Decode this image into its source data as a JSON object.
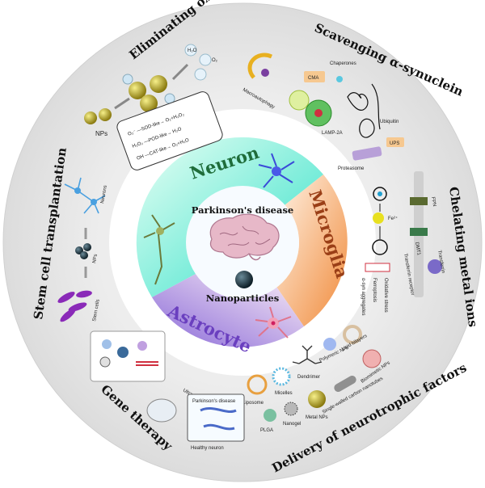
{
  "center": {
    "title": "Parkinson's disease",
    "subtitle": "Nanoparticles"
  },
  "cells": {
    "neuron": "Neuron",
    "microglia": "Microglia",
    "astrocyte": "Astrocyte"
  },
  "themes": {
    "oxidative": "Eliminating oxidative stress",
    "synuclein": "Scavenging α-synuclein",
    "metal": "Chelating metal ions",
    "neurotrophic": "Delivery of neurotrophic factors",
    "gene": "Gene therapy",
    "stem": "Stem cell transplantation"
  },
  "oxidative_panel": {
    "nps": "NPs",
    "h2o_label": "H₂O",
    "o2_label": "O₂",
    "sod_line": "O₂⁻ —SOD-like→ O₂+H₂O₂",
    "pod_line": "H₂O₂ —POD-like→ H₂O",
    "cat_line": "OH —CAT-like→ O₂+H₂O",
    "o2m": "O₂⁻",
    "h2o2": "H₂O₂",
    "oh": "OH"
  },
  "synuclein_panel": {
    "chaperones": "Chaperones",
    "cma": "CMA",
    "macro": "Macroautophagy",
    "lamp": "LAMP-2A",
    "ubiquitin": "Ubiquitin",
    "ups": "UPS",
    "proteasome": "Proteasome"
  },
  "metal_panel": {
    "fpn": "FPN",
    "dmt1": "DMT1",
    "tfr": "Transferrin receptor",
    "transferrin": "Transferrin",
    "fe": "Fe²⁺",
    "ox": "Oxidative stress",
    "ferro": "Ferroptosis",
    "asyn": "α-syn aggregates"
  },
  "neurotrophic_panel": {
    "liposome": "Liposome",
    "micelles": "Micelles",
    "dendrimer": "Dendrimer",
    "polymeric": "Polymeric NPs",
    "lipid": "Lipid bilayers",
    "biomimetic": "Biomimetic NPs",
    "plga": "PLGA",
    "nanogel": "Nanogel",
    "metal": "Metal NPs",
    "swcnt": "Single-walled carbon nanotubes"
  },
  "gene_panel": {
    "pd": "Parkinson's disease",
    "healthy": "Healthy neuron",
    "ultrasound": "Ultrasound"
  },
  "stem_panel": {
    "neurons": "Neurons",
    "nps": "NPs",
    "stem": "Stem cells"
  },
  "colors": {
    "outer_ring": "#e4e4e4",
    "neuron_sector": "#2fe0c8",
    "microglia_sector": "#f08a3a",
    "astrocyte_sector": "#8a6ad8",
    "neuron_text": "#1f6d3a",
    "microglia_text": "#9a3f17",
    "astrocyte_text": "#6a3fbf"
  }
}
